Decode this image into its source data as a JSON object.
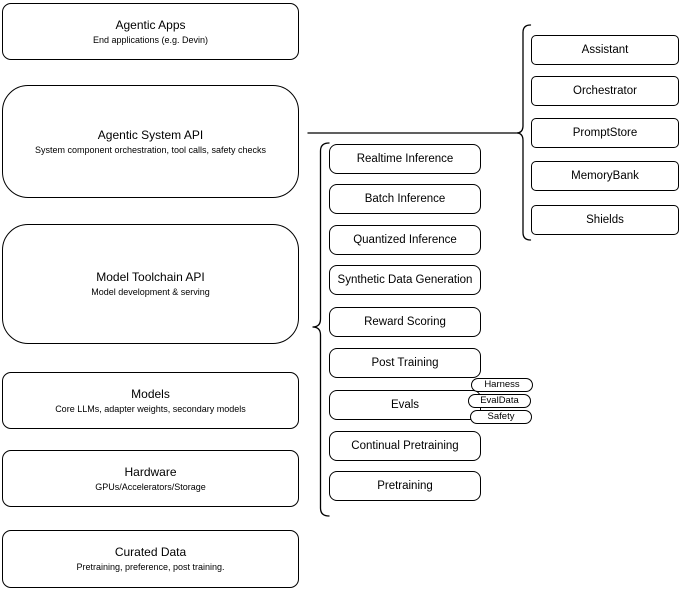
{
  "diagram": {
    "colors": {
      "background": "#ffffff",
      "node_fill": "#ffffff",
      "stroke": "#000000",
      "text": "#000000"
    },
    "stack": [
      {
        "title": "Agentic Apps",
        "subtitle": "End applications (e.g. Devin)"
      },
      {
        "title": "Agentic System API",
        "subtitle": "System component orchestration, tool calls, safety checks"
      },
      {
        "title": "Model Toolchain API",
        "subtitle": "Model development & serving"
      },
      {
        "title": "Models",
        "subtitle": "Core LLMs, adapter weights, secondary models"
      },
      {
        "title": "Hardware",
        "subtitle": "GPUs/Accelerators/Storage"
      },
      {
        "title": "Curated Data",
        "subtitle": "Pretraining, preference, post training."
      }
    ],
    "services": [
      "Realtime Inference",
      "Batch Inference",
      "Quantized Inference",
      "Synthetic Data Generation",
      "Reward Scoring",
      "Post Training",
      "Evals",
      "Continual Pretraining",
      "Pretraining"
    ],
    "eval_tags": [
      "Harness",
      "EvalData",
      "Safety"
    ],
    "components": [
      "Assistant",
      "Orchestrator",
      "PromptStore",
      "MemoryBank",
      "Shields"
    ]
  }
}
